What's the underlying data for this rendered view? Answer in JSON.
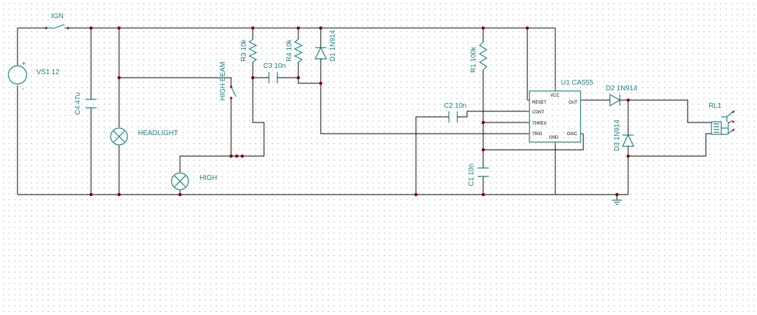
{
  "components": {
    "ign": "IGN",
    "vs1": "VS1 12",
    "vs1_plus": "+",
    "vs1_minus": "-",
    "c4": "C4 47u",
    "headlight": "HEADLIGHT",
    "high": "HIGH",
    "high_beam": "HIGH BEAM",
    "r3": "R3 10k",
    "c3": "C3 10n",
    "r4": "R4 10k",
    "d1": "D1 1N914",
    "r1": "R1 100k",
    "c2": "C2 10n",
    "c1": "C1 10n",
    "u1": "U1 CA555",
    "d2": "D2 1N914",
    "d3": "D3 1N914",
    "rl1": "RL1"
  },
  "ic_pins": {
    "reset": "RESET",
    "cont": "CONT",
    "thres": "THRES",
    "trig": "TRIG",
    "vcc": "VCC",
    "out": "OUT",
    "gnd": "GND",
    "disc": "DISC"
  },
  "colors": {
    "component": "#1f7f7f",
    "wire": "#000000",
    "node": "#7a0000",
    "pin": "#8b0000"
  }
}
